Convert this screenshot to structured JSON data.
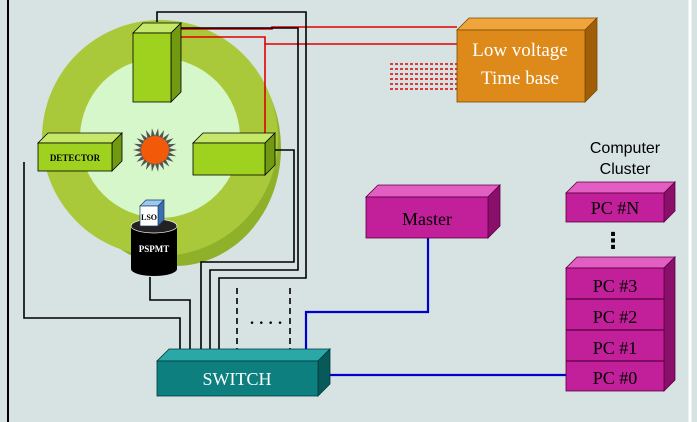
{
  "diagram": {
    "detector_label": "DETECTOR",
    "lso_label": "LSO",
    "pspmt_label": "PSPMT",
    "low_voltage_line1": "Low voltage",
    "low_voltage_line2": "Time base",
    "master_label": "Master",
    "switch_label": "SWITCH",
    "switch_dots": "· · · ·",
    "cluster_title_line1": "Computer",
    "cluster_title_line2": "Cluster",
    "cluster_nodes": [
      "PC #N",
      "PC #3",
      "PC #2",
      "PC #1",
      "PC #0"
    ],
    "cluster_ellipsis": "⋮"
  },
  "colors": {
    "background": "#d7e3e3",
    "ring_outer": "#a9c93b",
    "ring_inner": "#d6f7c9",
    "detector_block": "#9fd11f",
    "lowvoltage_box": "#de8a1a",
    "master_box": "#c21f9a",
    "switch_box": "#0e7f7f",
    "wire_black": "#000000",
    "wire_red": "#e00000",
    "wire_blue": "#0000cc"
  }
}
